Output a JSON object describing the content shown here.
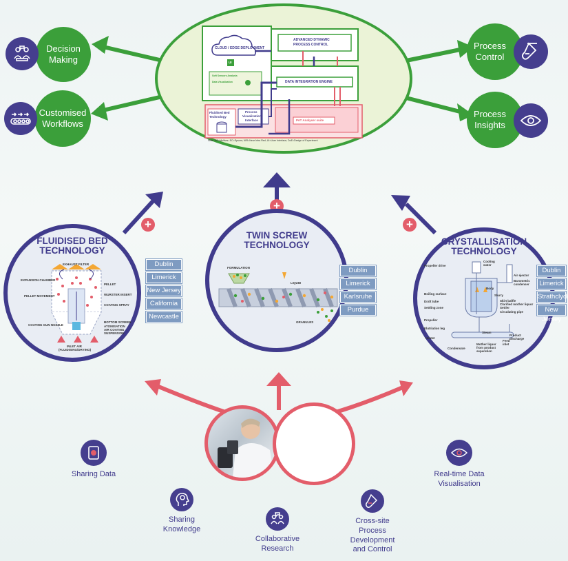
{
  "top_left": [
    {
      "label_1": "Decision",
      "label_2": "Making",
      "icon": "collaboration-icon"
    },
    {
      "label_1": "Customised",
      "label_2": "Workflows",
      "icon": "workflow-icon"
    }
  ],
  "top_right": [
    {
      "label_1": "Process",
      "label_2": "Control",
      "icon": "test-tube-icon"
    },
    {
      "label_1": "Process",
      "label_2": "Insights",
      "icon": "eye-icon"
    }
  ],
  "center_diagram": {
    "cloud": "CLOUD / EDGE DEPLOYMENT",
    "ui": "UI",
    "apdc_1": "ADVANCED DYNAMIC",
    "apdc_2": "PROCESS CONTROL",
    "die": "DATA INTEGRATION ENGINE",
    "soft_sensor": "Soft Sensors Analysis",
    "data_vis": "Data Visualization",
    "fbt_1": "Fluidised Bed",
    "fbt_2": "Technology",
    "pvi_1": "Process",
    "pvi_2": "Visualization",
    "pvi_3": "Interface",
    "pat": "PAT Analyser suite",
    "note": "Note: MS=Multivar; EC=Epsom; NIR=Near Infra Red; UI=User Interface; DoE=Design of Experiment"
  },
  "technologies": [
    {
      "title_1": "FLUIDISED BED",
      "title_2": "TECHNOLOGY",
      "locations": [
        "Dublin",
        "Limerick",
        "New Jersey",
        "California",
        "Newcastle"
      ]
    },
    {
      "title_1": "TWIN SCREW",
      "title_2": "TECHNOLOGY",
      "locations": [
        "Dublin",
        "Limerick",
        "Karlsruhe",
        "Purdue"
      ]
    },
    {
      "title_1": "CRYSTALLISATION",
      "title_2": "TECHNOLOGY",
      "locations": [
        "Dublin",
        "Limerick",
        "Strathclyde",
        "New Jersey"
      ]
    }
  ],
  "fluid_bed_labels": {
    "exhaust": "EXHAUST FILTER",
    "expansion": "EXPANSION CHAMBER",
    "pellet": "PELLET",
    "pellet_movement": "PELLET MOVEMENT",
    "wurster": "WURSTER INSERT",
    "coating_spray": "COATING SPRAY",
    "nozzle": "COATING GUN NOZZLE",
    "bottom_screen": "BOTTOM SCREEN",
    "atomisation_1": "ATOMISATION",
    "atomisation_2": "AIR COATING",
    "atomisation_3": "SUSPENSION",
    "inlet_1": "INLET AIR",
    "inlet_2": "(FLUIDISING/DRYING)"
  },
  "twin_screw_labels": {
    "formulation": "FORMULATION",
    "liquid": "LIQUID",
    "granules": "GRANULES"
  },
  "cryst_labels": {
    "propeller_drive": "Propeller drive",
    "cooling_water_1": "Cooling",
    "cooling_water_2": "water",
    "air_ejector": "Air ejector",
    "baro_1": "Barometric",
    "baro_2": "condenser",
    "body": "Body",
    "boiling": "Boiling surface",
    "slurry": "Slurry",
    "draft": "Draft tube",
    "skirt": "Skirt baffle",
    "clarified": "Clarified mother liquor",
    "settling": "Settling zone",
    "settler": "Settler",
    "circulating": "Circulating pipe",
    "propeller": "Propeller",
    "elutriation": "Elutriation leg",
    "steam": "Steam",
    "heater": "Heater",
    "feed_1": "Feed",
    "feed_2": "inlet",
    "product_1": "Product",
    "product_2": "discharge",
    "condensate": "Condensate",
    "mother_1": "Mother liquor",
    "mother_2": "from product",
    "mother_3": "separation"
  },
  "features": [
    {
      "lines": [
        "Sharing Data"
      ],
      "icon": "tablet-chart-icon"
    },
    {
      "lines": [
        "Sharing",
        "Knowledge"
      ],
      "icon": "head-lightbulb-icon"
    },
    {
      "lines": [
        "Collaborative",
        "Research"
      ],
      "icon": "collaboration-icon"
    },
    {
      "lines": [
        "Cross-site",
        "Process",
        "Development",
        "and Control"
      ],
      "icon": "test-tube-icon"
    },
    {
      "lines": [
        "Real-time Data",
        "Visualisation"
      ],
      "icon": "eye-icon"
    }
  ],
  "colors": {
    "green": "#3b9f3a",
    "navy": "#403b8c",
    "coral": "#e35d6a",
    "location_blue": "#7e9bc1",
    "ellipse_fill": "#ebf3d7"
  }
}
